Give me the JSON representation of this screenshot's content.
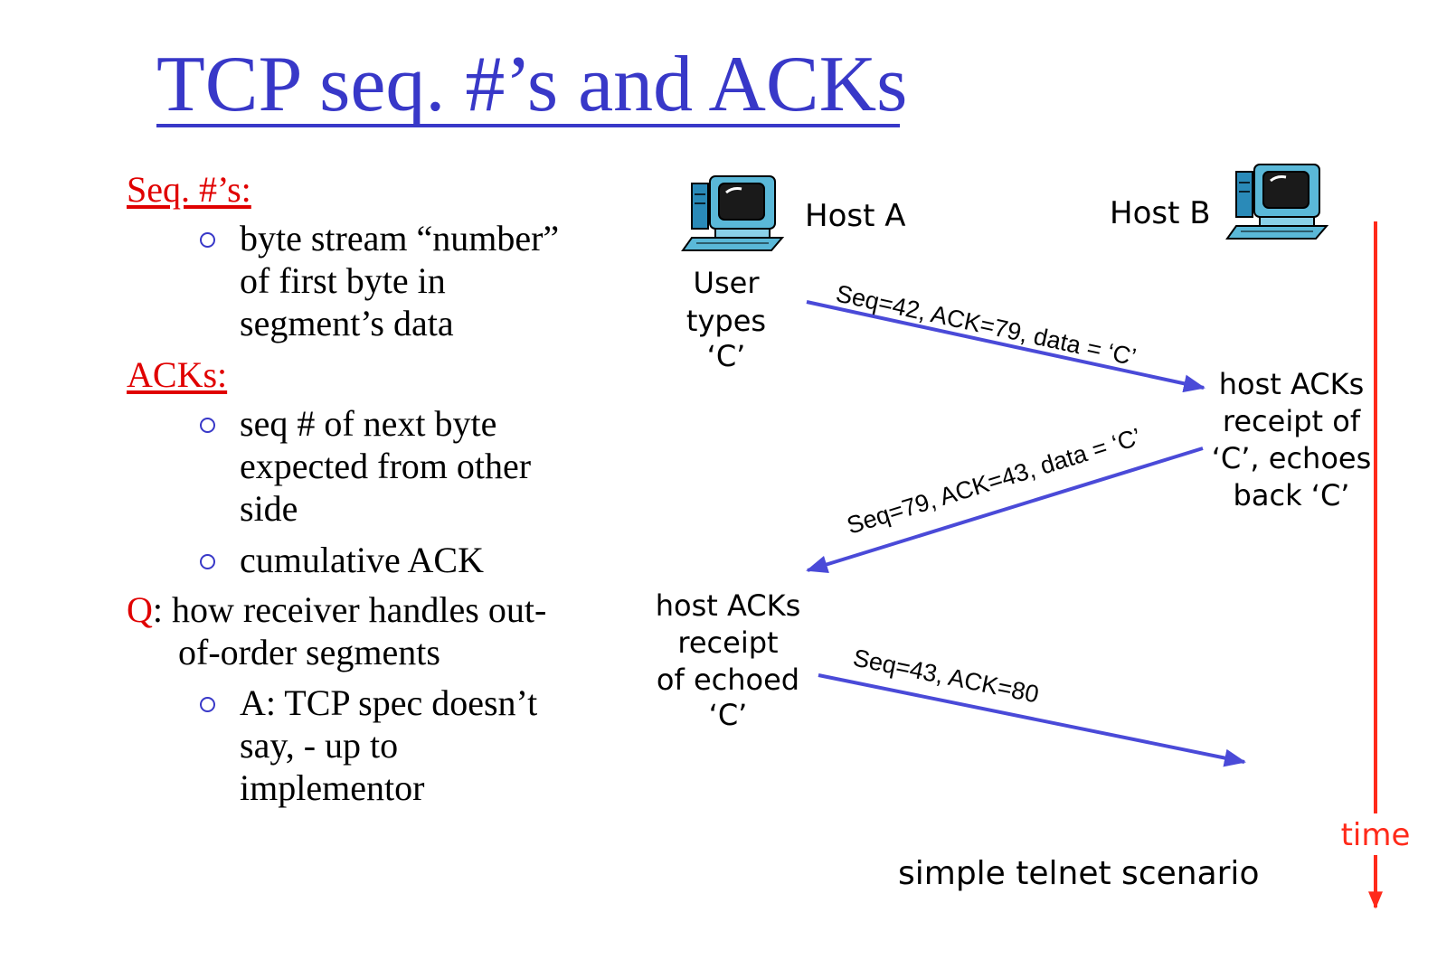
{
  "slide": {
    "title": "TCP seq. #’s and ACKs"
  },
  "left": {
    "seq_heading": "Seq. #’s:",
    "seq_bullets": [
      {
        "lines": [
          "byte stream “number”",
          "of first byte in",
          "segment’s data"
        ]
      }
    ],
    "ack_heading": "ACKs:",
    "ack_bullets": [
      {
        "lines": [
          "seq # of next byte",
          "expected from other",
          "side"
        ]
      },
      {
        "lines": [
          "cumulative ACK"
        ]
      }
    ],
    "question_letter": "Q",
    "question_lines": [
      ": how receiver handles out-",
      "of-order segments"
    ],
    "answer_bullet": {
      "lines": [
        "A: TCP spec doesn’t",
        "say, - up to",
        "implementor"
      ]
    }
  },
  "diagram": {
    "host_a": "Host A",
    "host_b": "Host B",
    "note_a1": [
      "User",
      "types",
      "‘C’"
    ],
    "note_b1": [
      "host ACKs",
      "receipt of",
      "‘C’, echoes",
      "back ‘C’"
    ],
    "note_a2": [
      "host ACKs",
      "receipt",
      "of echoed",
      "‘C’"
    ],
    "msg1": "Seq=42, ACK=79, data = ‘C’",
    "msg2": "Seq=79, ACK=43, data = ‘C’",
    "msg3": "Seq=43, ACK=80",
    "time_label": "time",
    "caption": "simple telnet scenario",
    "colors": {
      "arrow": "#4a4ad8",
      "time": "#ff2a1a",
      "title": "#3838c8",
      "heading": "#e00000"
    }
  }
}
